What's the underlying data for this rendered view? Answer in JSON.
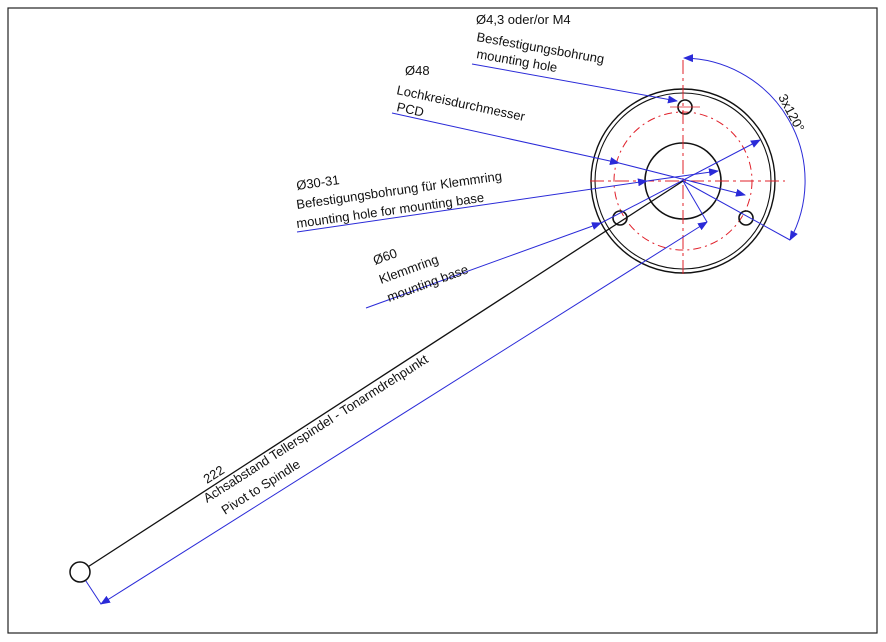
{
  "colors": {
    "line": "#111111",
    "dimension": "#2a2ad8",
    "centerline": "#e0202a",
    "frame": "#222222"
  },
  "labels": {
    "mount_hole": [
      "Ø4,3 oder/or M4",
      "Besfestigungsbohrung",
      "mounting hole"
    ],
    "pcd": [
      "Ø48",
      "Lochkreisdurchmesser",
      "PCD"
    ],
    "base_hole": [
      "Ø30-31",
      "Befestigungsbohrung für Klemmring",
      "mounting hole for mounting base"
    ],
    "clamp_ring": [
      "Ø60",
      "Klemmring",
      "mounting base"
    ],
    "angle": "3x120°",
    "distance": [
      "222",
      "Achsabstand Tellerspindel - Tonarmdrehpunkt",
      "Pivot to Spindle"
    ]
  }
}
